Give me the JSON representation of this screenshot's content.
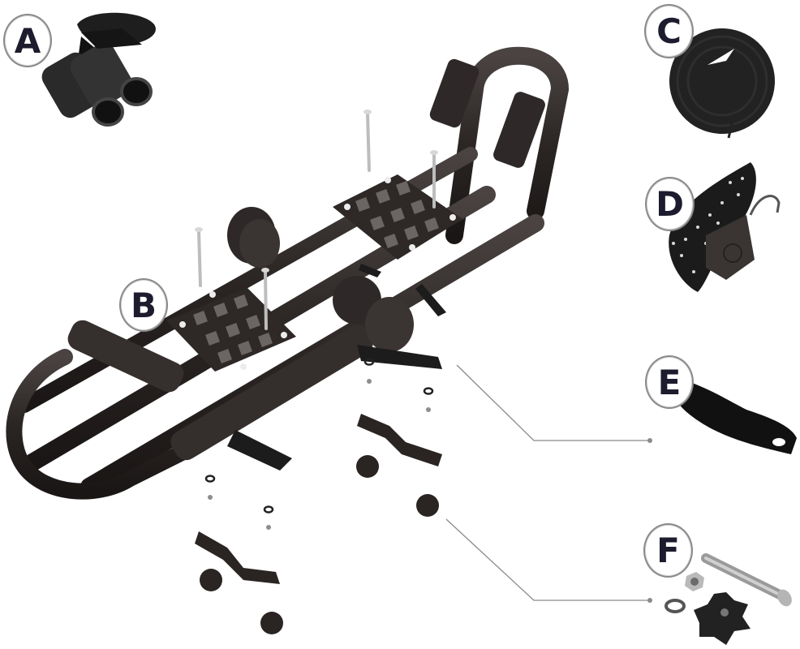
{
  "diagram": {
    "type": "exploded-parts-diagram",
    "subject": "kayak roof rack (J-style carrier) with mounting hardware",
    "colors": {
      "background": "#ffffff",
      "parts": "#2b2624",
      "label_text": "#1c1c2e",
      "label_border": "#8a8a8a",
      "leader_line": "#8a8a8a",
      "pad_squares": "#6b6563",
      "bolts": "#bdbdbd"
    },
    "labels": [
      {
        "id": "A",
        "text": "A",
        "part": "strap with tube padding"
      },
      {
        "id": "B",
        "text": "B",
        "part": "J-cradle rack frame"
      },
      {
        "id": "C",
        "text": "C",
        "part": "coiled tie-down strap"
      },
      {
        "id": "D",
        "text": "D",
        "part": "rope ratchet with hook"
      },
      {
        "id": "E",
        "text": "E",
        "part": "mounting bracket"
      },
      {
        "id": "F",
        "text": "F",
        "part": "bolt, nut, washer and star knob"
      }
    ],
    "leader_lines": [
      {
        "from": "mounting-bracket-rack",
        "to": "E"
      },
      {
        "from": "star-knob-rack",
        "to": "F"
      }
    ]
  }
}
